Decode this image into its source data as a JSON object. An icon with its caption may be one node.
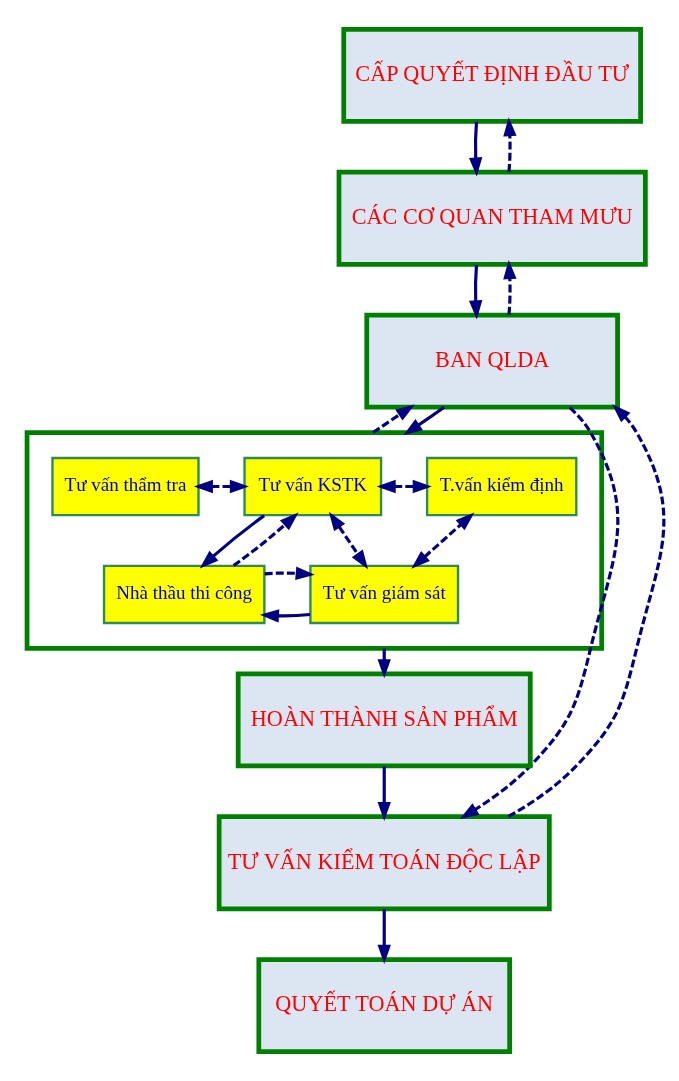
{
  "diagram": {
    "nodes": [
      {
        "text": [
          "CẤP QUYẾT ĐỊNH ĐẦU TƯ"
        ]
      },
      {
        "text": [
          "CÁC CƠ QUAN THAM MƯU"
        ]
      },
      {
        "text": [
          "BAN QLDA"
        ]
      },
      {
        "text": [],
        "shape": "box"
      },
      {
        "text": [
          "Tư vấn thẩm tra"
        ],
        "in": 3
      },
      {
        "text": [
          "Tư vấn KSTK"
        ],
        "in": 3
      },
      {
        "text": [
          "T.vấn kiểm định"
        ],
        "in": 3
      },
      {
        "text": [
          "Nhà thầu thi công"
        ],
        "in": 3
      },
      {
        "text": [
          "Tư vấn giám sát"
        ],
        "in": 3
      },
      {
        "text": [
          "HOÀN THÀNH SẢN PHẨM"
        ]
      },
      {
        "text": [
          "TƯ VẤN KIỂM TOÁN ĐỘC LẬP"
        ]
      },
      {
        "text": [
          "QUYẾT TOÁN DỰ ÁN"
        ]
      }
    ],
    "edges": [
      {
        "from": 0,
        "to": 1,
        "arrow": "to"
      },
      {
        "from": 1,
        "to": 0,
        "arrow": "to",
        "style": "dashed"
      },
      {
        "from": 1,
        "to": 2,
        "arrow": "to"
      },
      {
        "from": 2,
        "to": 1,
        "arrow": "to",
        "style": "dashed"
      },
      {
        "from": 2,
        "to": 3,
        "arrow": "to"
      },
      {
        "from": 3,
        "to": 2,
        "arrow": "to",
        "style": "dashed"
      },
      {
        "from": 4,
        "to": 5,
        "arrow": "both",
        "style": "dashed"
      },
      {
        "from": 5,
        "to": 6,
        "arrow": "both",
        "style": "dashed"
      },
      {
        "from": 5,
        "to": 7,
        "arrow": "to"
      },
      {
        "from": 7,
        "to": 5,
        "arrow": "to",
        "style": "dashed"
      },
      {
        "from": 5,
        "to": 8,
        "arrow": "both",
        "style": "dashed"
      },
      {
        "from": 8,
        "to": 6,
        "arrow": "both",
        "style": "dashed"
      },
      {
        "from": 8,
        "to": 7,
        "arrow": "to"
      },
      {
        "from": 7,
        "to": 8,
        "arrow": "to",
        "style": "dashed"
      },
      {
        "from": 3,
        "to": 9,
        "arrow": "to"
      },
      {
        "from": 9,
        "to": 10,
        "arrow": "to"
      },
      {
        "from": 10,
        "to": 11,
        "arrow": "to"
      },
      {
        "from": 10,
        "to": 2,
        "arrow": "to",
        "style": "dashed"
      },
      {
        "from": 2,
        "to": 10,
        "arrow": "to",
        "style": "dashed"
      }
    ]
  }
}
